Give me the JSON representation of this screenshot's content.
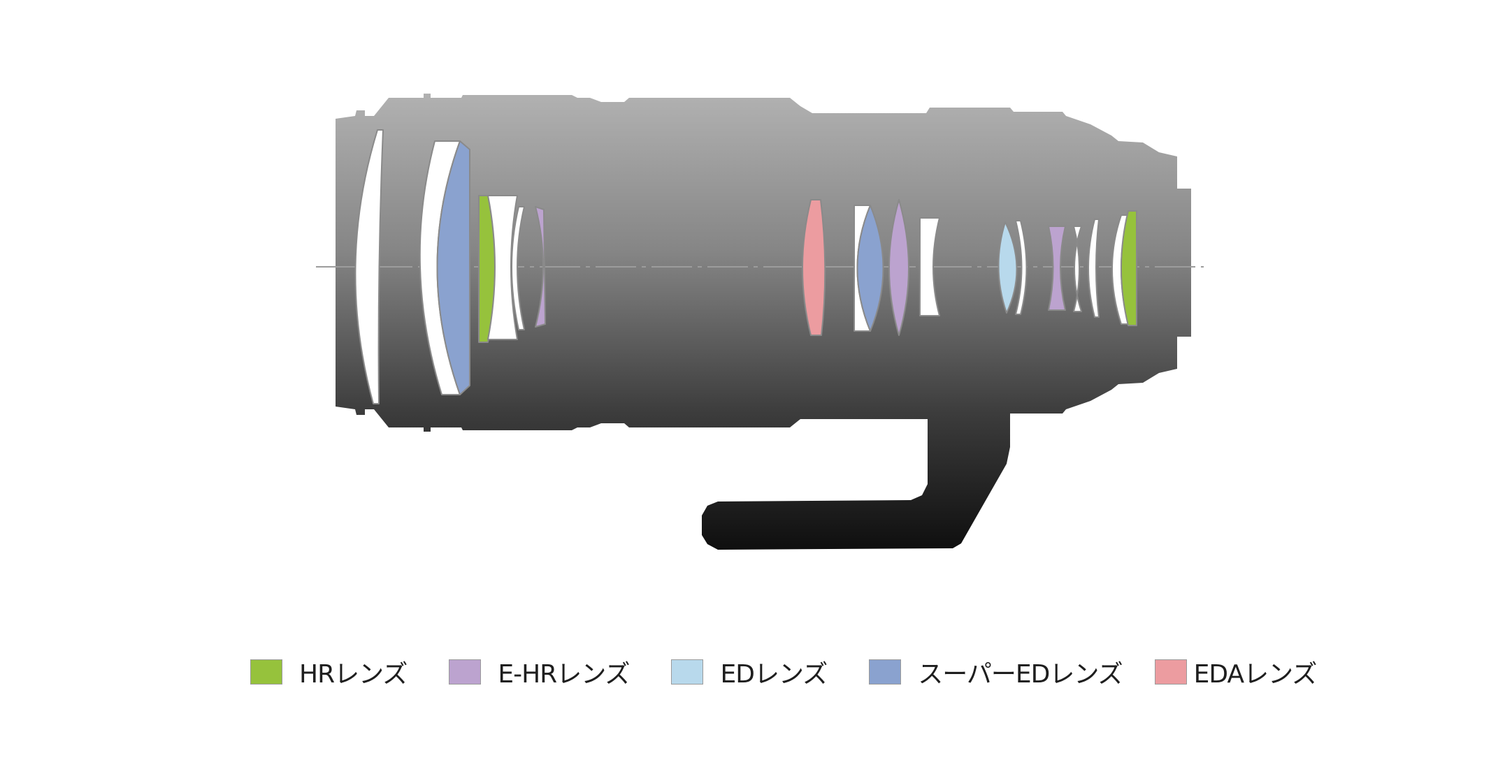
{
  "legend": [
    {
      "id": "hr",
      "label": "HRレンズ",
      "color": "#96c23c"
    },
    {
      "id": "e-hr",
      "label": "E-HRレンズ",
      "color": "#bca3cf"
    },
    {
      "id": "ed",
      "label": "EDレンズ",
      "color": "#b8d9ec"
    },
    {
      "id": "super-ed",
      "label": "スーパーEDレンズ",
      "color": "#8aa2cf"
    },
    {
      "id": "eda",
      "label": "EDAレンズ",
      "color": "#ec9ca0"
    }
  ],
  "elements": [
    "white",
    "white",
    "super-ed",
    "hr",
    "white",
    "white",
    "e-hr",
    "eda",
    "white",
    "super-ed",
    "e-hr",
    "white",
    "ed",
    "white",
    "e-hr",
    "white",
    "white",
    "white",
    "hr"
  ]
}
